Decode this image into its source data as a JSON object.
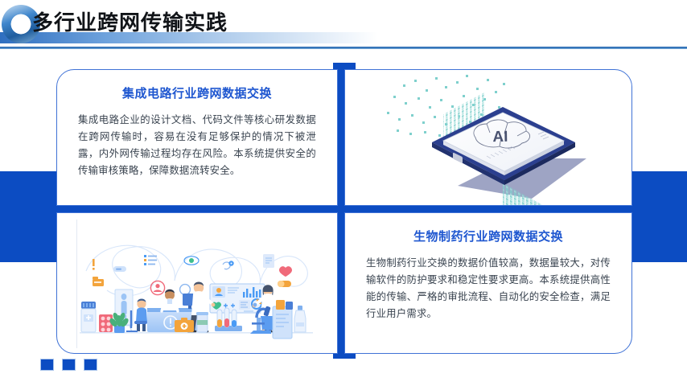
{
  "header": {
    "title": "多行业跨网传输实践",
    "logo_icon": "circle-ring-logo"
  },
  "cards": [
    {
      "id": "integrated-circuit",
      "position": "top-left",
      "type": "text",
      "title": "集成电路行业跨网数据交换",
      "body": "集成电路企业的设计文档、代码文件等核心研发数据在跨网传输时，容易在没有足够保护的情况下被泄露，内外网传输过程均存在风险。本系统提供安全的传输审核策略，保障数据流转安全。"
    },
    {
      "id": "ai-chip-illustration",
      "position": "top-right",
      "type": "illustration",
      "illustration_name": "isometric-ai-chip",
      "chip_label": "AI",
      "alt": "等距视角的 AI 芯片，带有数据流粒子与阴影平面"
    },
    {
      "id": "pharma-lab-illustration",
      "position": "bottom-left",
      "type": "illustration",
      "illustration_name": "pharma-lab-scene",
      "alt": "生物制药实验室场景插画，包含医生、显微镜、试管与数据看板"
    },
    {
      "id": "biopharma",
      "position": "bottom-right",
      "type": "text",
      "title": "生物制药行业跨网数据交换",
      "body": "生物制药行业交换的数据价值较高，数据量较大，对传输软件的防护要求和稳定性要求更高。本系统提供高性能的传输、严格的审批流程、自动化的安全检查，满足行业用户需求。"
    }
  ],
  "footer": {
    "dots_count": 3,
    "dot_label": "page-indicator-dot"
  },
  "colors": {
    "accent_blue": "#0c4cc2",
    "title_blue": "#1f57d0",
    "card_border": "#3f72d6",
    "body_text": "#3a4450",
    "header_text": "#111418",
    "illustration_teal": "#7fd0cd",
    "illustration_light_blue": "#cfe2fb",
    "chip_navy": "#2b3f8f",
    "shadow_plane": "#9ea4c4"
  }
}
